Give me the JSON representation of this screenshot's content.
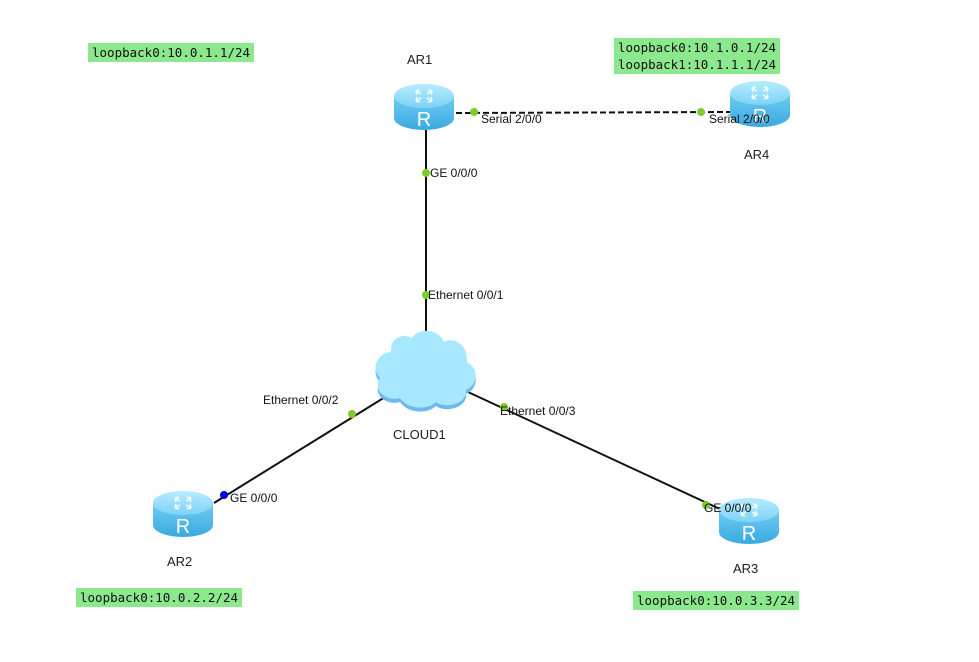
{
  "topology": {
    "devices": {
      "ar1": {
        "name": "AR1",
        "type": "router"
      },
      "ar2": {
        "name": "AR2",
        "type": "router"
      },
      "ar3": {
        "name": "AR3",
        "type": "router"
      },
      "ar4": {
        "name": "AR4",
        "type": "router"
      },
      "cloud1": {
        "name": "CLOUD1",
        "type": "cloud"
      }
    },
    "links": [
      {
        "from": "AR1",
        "from_port": "Serial 2/0/0",
        "to": "AR4",
        "to_port": "Serial 2/0/0",
        "style": "dashed"
      },
      {
        "from": "AR1",
        "from_port": "GE 0/0/0",
        "to": "CLOUD1",
        "to_port": "Ethernet 0/0/1",
        "style": "solid"
      },
      {
        "from": "CLOUD1",
        "from_port": "Ethernet 0/0/2",
        "to": "AR2",
        "to_port": "GE 0/0/0",
        "style": "solid"
      },
      {
        "from": "CLOUD1",
        "from_port": "Ethernet 0/0/3",
        "to": "AR3",
        "to_port": "GE 0/0/0",
        "style": "solid"
      }
    ],
    "ports": {
      "ar1_serial": "Serial 2/0/0",
      "ar4_serial": "Serial 2/0/0",
      "ar1_ge": "GE 0/0/0",
      "cloud_e1": "Ethernet 0/0/1",
      "cloud_e2": "Ethernet 0/0/2",
      "cloud_e3": "Ethernet 0/0/3",
      "ar2_ge": "GE 0/0/0",
      "ar3_ge": "GE 0/0/0"
    },
    "notes": {
      "ar1": "loopback0:10.0.1.1/24",
      "ar4": "loopback0:10.1.0.1/24\nloopback1:10.1.1.1/24",
      "ar2": "loopback0:10.0.2.2/24",
      "ar3": "loopback0:10.0.3.3/24"
    },
    "colors": {
      "note_bg": "#8ce88c",
      "port_up": "#7ccc2c",
      "port_blue": "#0000e0",
      "router_top": "#8fdcf8",
      "router_body": "#5cc0ee",
      "cloud": "#a8e8ff"
    }
  }
}
